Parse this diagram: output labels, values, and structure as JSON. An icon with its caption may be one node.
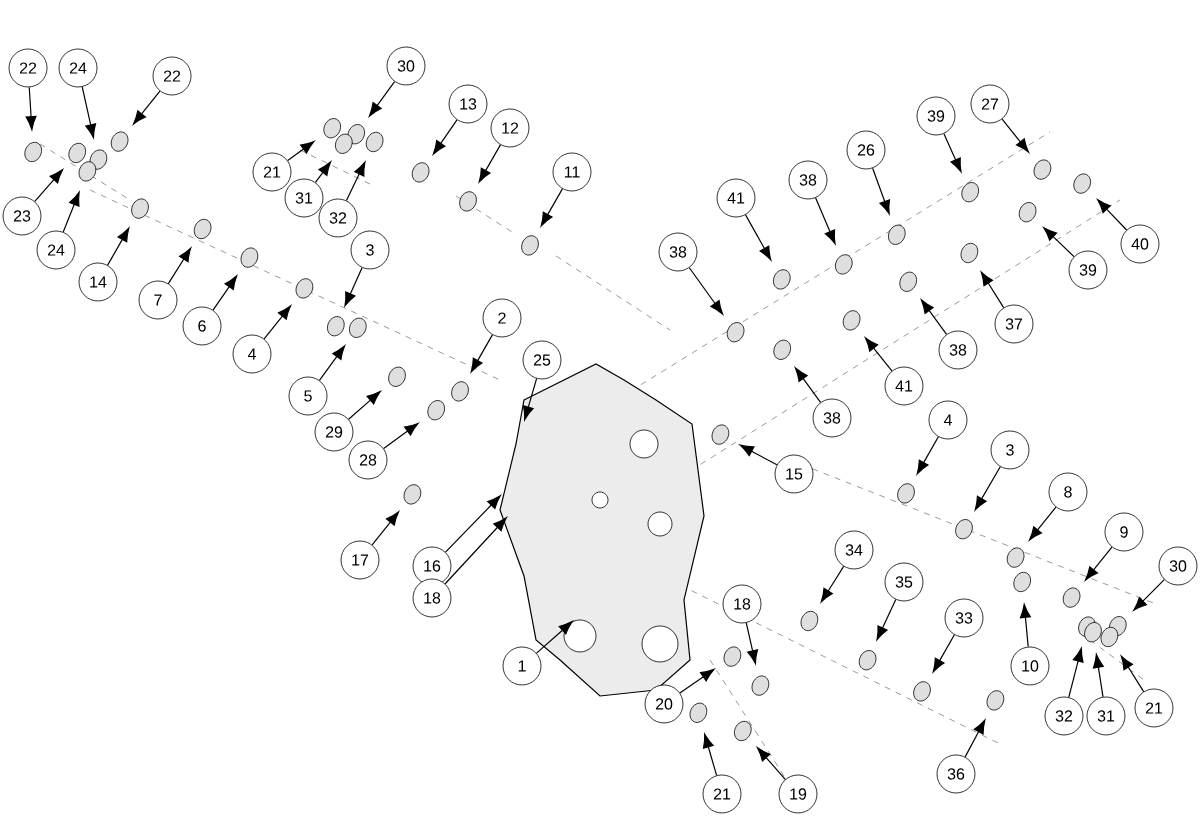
{
  "diagram": {
    "nodes": [
      {
        "text": [
          "22"
        ]
      },
      {
        "text": [
          "24"
        ]
      },
      {
        "text": [
          "22"
        ]
      },
      {
        "text": [
          "30"
        ]
      },
      {
        "text": [
          "13"
        ]
      },
      {
        "text": [
          "12"
        ]
      },
      {
        "text": [
          "21"
        ]
      },
      {
        "text": [
          "31"
        ]
      },
      {
        "text": [
          "32"
        ]
      },
      {
        "text": [
          "23"
        ]
      },
      {
        "text": [
          "24"
        ]
      },
      {
        "text": [
          "14"
        ]
      },
      {
        "text": [
          "7"
        ]
      },
      {
        "text": [
          "6"
        ]
      },
      {
        "text": [
          "4"
        ]
      },
      {
        "text": [
          "3"
        ]
      },
      {
        "text": [
          "11"
        ]
      },
      {
        "text": [
          "41"
        ]
      },
      {
        "text": [
          "38"
        ]
      },
      {
        "text": [
          "38"
        ]
      },
      {
        "text": [
          "26"
        ]
      },
      {
        "text": [
          "39"
        ]
      },
      {
        "text": [
          "27"
        ]
      },
      {
        "text": [
          "40"
        ]
      },
      {
        "text": [
          "39"
        ]
      },
      {
        "text": [
          "37"
        ]
      },
      {
        "text": [
          "38"
        ]
      },
      {
        "text": [
          "41"
        ]
      },
      {
        "text": [
          "2"
        ]
      },
      {
        "text": [
          "25"
        ]
      },
      {
        "text": [
          "5"
        ]
      },
      {
        "text": [
          "29"
        ]
      },
      {
        "text": [
          "28"
        ]
      },
      {
        "text": [
          "17"
        ]
      },
      {
        "text": [
          "16"
        ]
      },
      {
        "text": [
          "18"
        ]
      },
      {
        "text": [
          "15"
        ]
      },
      {
        "text": [
          "38"
        ]
      },
      {
        "text": [
          "4"
        ]
      },
      {
        "text": [
          "3"
        ]
      },
      {
        "text": [
          "8"
        ]
      },
      {
        "text": [
          "9"
        ]
      },
      {
        "text": [
          "30"
        ]
      },
      {
        "text": [
          "34"
        ]
      },
      {
        "text": [
          "35"
        ]
      },
      {
        "text": [
          "33"
        ]
      },
      {
        "text": [
          "1"
        ]
      },
      {
        "text": [
          "18"
        ]
      },
      {
        "text": [
          "20"
        ]
      },
      {
        "text": [
          "10"
        ]
      },
      {
        "text": [
          "32"
        ]
      },
      {
        "text": [
          "31"
        ]
      },
      {
        "text": [
          "21"
        ]
      },
      {
        "text": [
          "21"
        ]
      },
      {
        "text": [
          "19"
        ]
      },
      {
        "text": [
          "36"
        ]
      }
    ],
    "edges": [
      {
        "from": 0,
        "to": null,
        "arrow": "to"
      },
      {
        "from": 1,
        "to": null,
        "arrow": "to"
      },
      {
        "from": 2,
        "to": null,
        "arrow": "to"
      },
      {
        "from": 3,
        "to": null,
        "arrow": "to"
      },
      {
        "from": 4,
        "to": null,
        "arrow": "to"
      },
      {
        "from": 5,
        "to": null,
        "arrow": "to"
      },
      {
        "from": 6,
        "to": null,
        "arrow": "to"
      },
      {
        "from": 7,
        "to": null,
        "arrow": "to"
      },
      {
        "from": 8,
        "to": null,
        "arrow": "to"
      },
      {
        "from": 9,
        "to": null,
        "arrow": "to"
      },
      {
        "from": 10,
        "to": null,
        "arrow": "to"
      },
      {
        "from": 11,
        "to": null,
        "arrow": "to"
      },
      {
        "from": 12,
        "to": null,
        "arrow": "to"
      },
      {
        "from": 13,
        "to": null,
        "arrow": "to"
      },
      {
        "from": 14,
        "to": null,
        "arrow": "to"
      },
      {
        "from": 15,
        "to": null,
        "arrow": "to"
      },
      {
        "from": 16,
        "to": null,
        "arrow": "to"
      },
      {
        "from": 17,
        "to": null,
        "arrow": "to"
      },
      {
        "from": 18,
        "to": null,
        "arrow": "to"
      },
      {
        "from": 19,
        "to": null,
        "arrow": "to"
      },
      {
        "from": 20,
        "to": null,
        "arrow": "to"
      },
      {
        "from": 21,
        "to": null,
        "arrow": "to"
      },
      {
        "from": 22,
        "to": null,
        "arrow": "to"
      },
      {
        "from": 23,
        "to": null,
        "arrow": "to"
      },
      {
        "from": 24,
        "to": null,
        "arrow": "to"
      },
      {
        "from": 25,
        "to": null,
        "arrow": "to"
      },
      {
        "from": 26,
        "to": null,
        "arrow": "to"
      },
      {
        "from": 27,
        "to": null,
        "arrow": "to"
      },
      {
        "from": 28,
        "to": null,
        "arrow": "to"
      },
      {
        "from": 29,
        "to": null,
        "arrow": "to"
      },
      {
        "from": 30,
        "to": null,
        "arrow": "to"
      },
      {
        "from": 31,
        "to": null,
        "arrow": "to"
      },
      {
        "from": 32,
        "to": null,
        "arrow": "to"
      },
      {
        "from": 33,
        "to": null,
        "arrow": "to"
      },
      {
        "from": 34,
        "to": null,
        "arrow": "to"
      },
      {
        "from": 35,
        "to": null,
        "arrow": "to"
      },
      {
        "from": 36,
        "to": null,
        "arrow": "to"
      },
      {
        "from": 37,
        "to": null,
        "arrow": "to"
      },
      {
        "from": 38,
        "to": null,
        "arrow": "to"
      },
      {
        "from": 39,
        "to": null,
        "arrow": "to"
      },
      {
        "from": 40,
        "to": null,
        "arrow": "to"
      },
      {
        "from": 41,
        "to": null,
        "arrow": "to"
      },
      {
        "from": 42,
        "to": null,
        "arrow": "to"
      },
      {
        "from": 43,
        "to": null,
        "arrow": "to"
      },
      {
        "from": 44,
        "to": null,
        "arrow": "to"
      },
      {
        "from": 45,
        "to": null,
        "arrow": "to"
      },
      {
        "from": 46,
        "to": null,
        "arrow": "to"
      },
      {
        "from": 47,
        "to": null,
        "arrow": "to"
      },
      {
        "from": 48,
        "to": null,
        "arrow": "to"
      },
      {
        "from": 49,
        "to": null,
        "arrow": "to"
      },
      {
        "from": 50,
        "to": null,
        "arrow": "to"
      },
      {
        "from": 51,
        "to": null,
        "arrow": "to"
      },
      {
        "from": 52,
        "to": null,
        "arrow": "to"
      },
      {
        "from": 53,
        "to": null,
        "arrow": "to"
      },
      {
        "from": 54,
        "to": null,
        "arrow": "to"
      },
      {
        "from": 55,
        "to": null,
        "arrow": "to"
      }
    ]
  }
}
